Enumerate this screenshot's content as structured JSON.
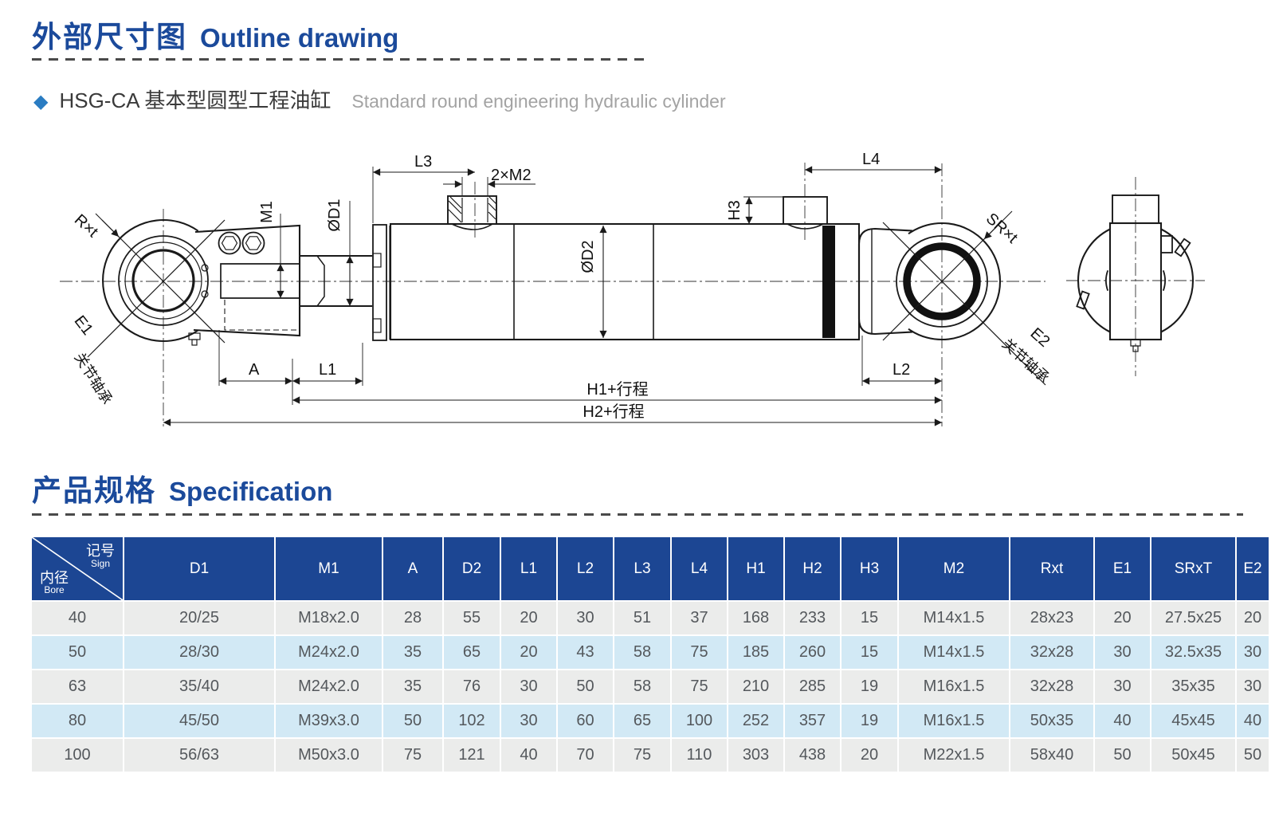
{
  "header": {
    "section1": {
      "title_zh": "外部尺寸图",
      "title_en": "Outline drawing",
      "bullet": "◆",
      "subtitle_zh": "HSG-CA 基本型圆型工程油缸",
      "subtitle_en": "Standard round engineering hydraulic cylinder"
    },
    "section2": {
      "title_zh": "产品规格",
      "title_en": "Specification"
    }
  },
  "drawing": {
    "labels": {
      "rxt": "R×t",
      "e1": "E1",
      "e1_sub": "关节轴承",
      "m1": "M1",
      "d1": "ØD1",
      "l3": "L3",
      "m2": "2×M2",
      "d2": "ØD2",
      "h3": "H3",
      "l4": "L4",
      "srxt": "SR×t",
      "e2": "E2",
      "e2_sub": "关节轴承",
      "a": "A",
      "l1": "L1",
      "l2": "L2",
      "h1_stroke": "H1+行程",
      "h2_stroke": "H2+行程"
    }
  },
  "table": {
    "corner": {
      "sign_zh": "记号",
      "sign_en": "Sign",
      "bore_zh": "内径",
      "bore_en": "Bore"
    },
    "columns": [
      "D1",
      "M1",
      "A",
      "D2",
      "L1",
      "L2",
      "L3",
      "L4",
      "H1",
      "H2",
      "H3",
      "M2",
      "Rxt",
      "E1",
      "SRxT",
      "E2"
    ],
    "rows": [
      [
        "40",
        "20/25",
        "M18x2.0",
        "28",
        "55",
        "20",
        "30",
        "51",
        "37",
        "168",
        "233",
        "15",
        "M14x1.5",
        "28x23",
        "20",
        "27.5x25",
        "20"
      ],
      [
        "50",
        "28/30",
        "M24x2.0",
        "35",
        "65",
        "20",
        "43",
        "58",
        "75",
        "185",
        "260",
        "15",
        "M14x1.5",
        "32x28",
        "30",
        "32.5x35",
        "30"
      ],
      [
        "63",
        "35/40",
        "M24x2.0",
        "35",
        "76",
        "30",
        "50",
        "58",
        "75",
        "210",
        "285",
        "19",
        "M16x1.5",
        "32x28",
        "30",
        "35x35",
        "30"
      ],
      [
        "80",
        "45/50",
        "M39x3.0",
        "50",
        "102",
        "30",
        "60",
        "65",
        "100",
        "252",
        "357",
        "19",
        "M16x1.5",
        "50x35",
        "40",
        "45x45",
        "40"
      ],
      [
        "100",
        "56/63",
        "M50x3.0",
        "75",
        "121",
        "40",
        "70",
        "75",
        "110",
        "303",
        "438",
        "20",
        "M22x1.5",
        "58x40",
        "50",
        "50x45",
        "50"
      ]
    ]
  },
  "colors": {
    "title_blue": "#1b4a9b",
    "table_header_blue": "#1c4693",
    "row_gray": "#ebeceb",
    "row_blue": "#d2e9f5",
    "diamond_blue": "#2a7cc2"
  }
}
